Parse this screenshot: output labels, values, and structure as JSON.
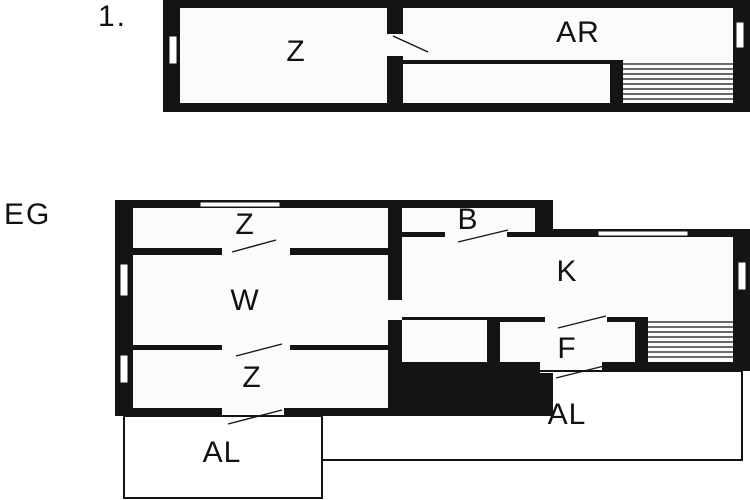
{
  "floors": {
    "upper": {
      "label": "1.",
      "rooms": [
        {
          "id": "z",
          "label": "Z"
        },
        {
          "id": "ar",
          "label": "AR"
        }
      ]
    },
    "ground": {
      "label": "EG",
      "rooms": [
        {
          "id": "z-top",
          "label": "Z"
        },
        {
          "id": "b",
          "label": "B"
        },
        {
          "id": "k",
          "label": "K"
        },
        {
          "id": "w",
          "label": "W"
        },
        {
          "id": "f",
          "label": "F"
        },
        {
          "id": "z-bottom",
          "label": "Z"
        },
        {
          "id": "al-right",
          "label": "AL"
        },
        {
          "id": "al-left",
          "label": "AL"
        }
      ]
    }
  }
}
